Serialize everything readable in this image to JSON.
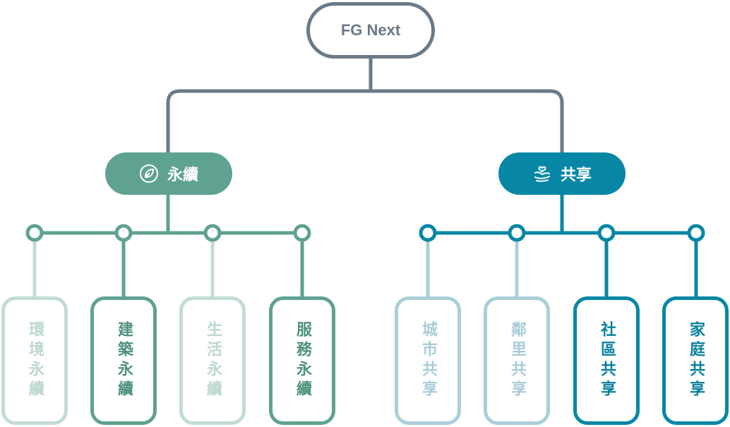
{
  "root": {
    "label": "FG Next"
  },
  "branches": [
    {
      "label": "永續",
      "icon": "leaf-icon",
      "color": "#5fa292",
      "children": [
        {
          "label": "環境永續",
          "emphasis": false
        },
        {
          "label": "建築永續",
          "emphasis": true
        },
        {
          "label": "生活永續",
          "emphasis": false
        },
        {
          "label": "服務永續",
          "emphasis": true
        }
      ]
    },
    {
      "label": "共享",
      "icon": "hands-heart-icon",
      "color": "#0787a5",
      "children": [
        {
          "label": "城市共享",
          "emphasis": false
        },
        {
          "label": "鄰里共享",
          "emphasis": false
        },
        {
          "label": "社區共享",
          "emphasis": true
        },
        {
          "label": "家庭共享",
          "emphasis": true
        }
      ]
    }
  ],
  "colors": {
    "root": "#6b7a86",
    "green": "#5fa292",
    "green_light": "#c2dcd5",
    "blue": "#0787a5",
    "blue_light": "#aacfd9"
  }
}
